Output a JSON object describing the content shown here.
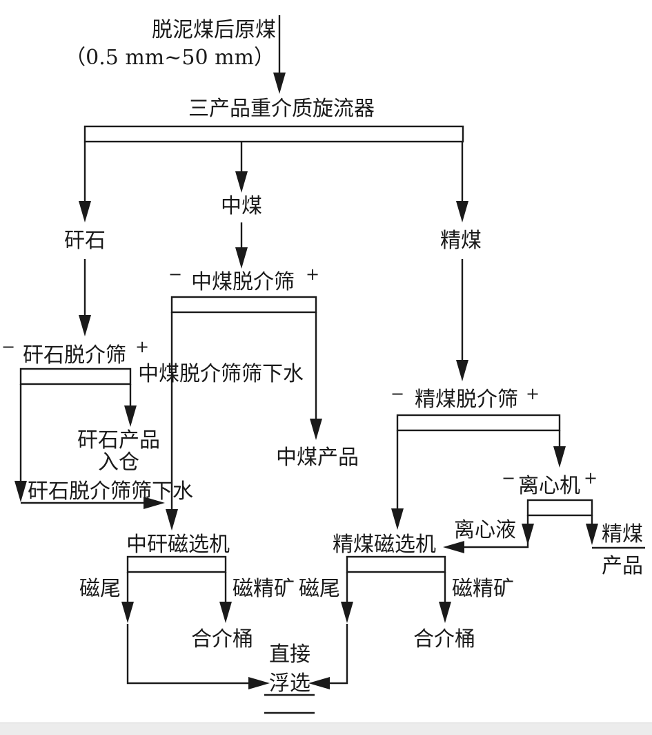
{
  "diagram": {
    "feed": {
      "line1": "脱泥煤后原煤",
      "line2": "（0.5 mm~50 mm）"
    },
    "cyclone": "三产品重介质旋流器",
    "outputs": {
      "gangue": "矸石",
      "middlings": "中煤",
      "clean": "精煤"
    },
    "gangue_screen": {
      "minus": "−",
      "label": "矸石脱介筛",
      "plus": "+"
    },
    "middlings_screen": {
      "minus": "−",
      "label": "中煤脱介筛",
      "plus": "+"
    },
    "clean_screen": {
      "minus": "−",
      "label": "精煤脱介筛",
      "plus": "+"
    },
    "centrifuge": {
      "minus": "−",
      "label": "离心机",
      "plus": "+"
    },
    "middlings_underflow": "中煤脱介筛筛下水",
    "gangue_product": {
      "line1": "矸石产品",
      "line2": "入仓"
    },
    "middlings_product": "中煤产品",
    "gangue_underflow": "矸石脱介筛筛下水",
    "centrifuge_liquid": "离心液",
    "clean_product": {
      "line1": "精煤",
      "line2": "产品"
    },
    "mg_separator": "中矸磁选机",
    "clean_separator": "精煤磁选机",
    "mg_tailings": "磁尾",
    "mg_concentrate": "磁精矿",
    "clean_tailings": "磁尾",
    "clean_concentrate": "磁精矿",
    "mg_tank": "合介桶",
    "clean_tank": "合介桶",
    "flotation": {
      "line1": "直接",
      "line2": "浮选"
    }
  }
}
